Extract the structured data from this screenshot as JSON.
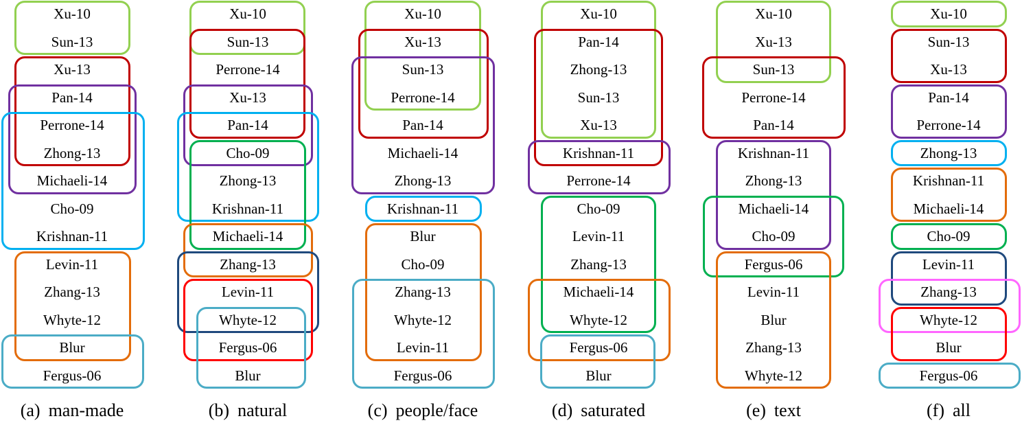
{
  "colors": {
    "light-green": "#92d050",
    "dark-red": "#c00000",
    "purple": "#7030a0",
    "sky-blue": "#00b0f0",
    "orange": "#e36c0a",
    "teal": "#4bacc6",
    "green": "#00b050",
    "navy": "#1f497d",
    "red": "#ff0000",
    "pink": "#ff66ff"
  },
  "panels": [
    {
      "letter": "(a)",
      "name": "man-made",
      "methods": [
        "Xu-10",
        "Sun-13",
        "Xu-13",
        "Pan-14",
        "Perrone-14",
        "Zhong-13",
        "Michaeli-14",
        "Cho-09",
        "Krishnan-11",
        "Levin-11",
        "Zhang-13",
        "Whyte-12",
        "Blur",
        "Fergus-06"
      ],
      "groups": [
        {
          "color": "light-green",
          "from": 0,
          "to": 1
        },
        {
          "color": "dark-red",
          "from": 2,
          "to": 5
        },
        {
          "color": "purple",
          "from": 3,
          "to": 6
        },
        {
          "color": "sky-blue",
          "from": 4,
          "to": 8
        },
        {
          "color": "orange",
          "from": 9,
          "to": 12
        },
        {
          "color": "teal",
          "from": 12,
          "to": 13
        }
      ]
    },
    {
      "letter": "(b)",
      "name": "natural",
      "methods": [
        "Xu-10",
        "Sun-13",
        "Perrone-14",
        "Xu-13",
        "Pan-14",
        "Cho-09",
        "Zhong-13",
        "Krishnan-11",
        "Michaeli-14",
        "Zhang-13",
        "Levin-11",
        "Whyte-12",
        "Fergus-06",
        "Blur"
      ],
      "groups": [
        {
          "color": "light-green",
          "from": 0,
          "to": 1
        },
        {
          "color": "dark-red",
          "from": 1,
          "to": 4
        },
        {
          "color": "purple",
          "from": 3,
          "to": 5
        },
        {
          "color": "sky-blue",
          "from": 4,
          "to": 7
        },
        {
          "color": "green",
          "from": 5,
          "to": 8
        },
        {
          "color": "orange",
          "from": 8,
          "to": 9
        },
        {
          "color": "navy",
          "from": 9,
          "to": 11
        },
        {
          "color": "red",
          "from": 10,
          "to": 12
        },
        {
          "color": "teal",
          "from": 11,
          "to": 13
        }
      ]
    },
    {
      "letter": "(c)",
      "name": "people/face",
      "methods": [
        "Xu-10",
        "Xu-13",
        "Sun-13",
        "Perrone-14",
        "Pan-14",
        "Michaeli-14",
        "Zhong-13",
        "Krishnan-11",
        "Blur",
        "Cho-09",
        "Zhang-13",
        "Whyte-12",
        "Levin-11",
        "Fergus-06"
      ],
      "groups": [
        {
          "color": "light-green",
          "from": 0,
          "to": 3
        },
        {
          "color": "dark-red",
          "from": 1,
          "to": 4
        },
        {
          "color": "purple",
          "from": 2,
          "to": 6
        },
        {
          "color": "sky-blue",
          "from": 7,
          "to": 7
        },
        {
          "color": "orange",
          "from": 8,
          "to": 12
        },
        {
          "color": "teal",
          "from": 10,
          "to": 13
        }
      ]
    },
    {
      "letter": "(d)",
      "name": "saturated",
      "methods": [
        "Xu-10",
        "Pan-14",
        "Zhong-13",
        "Sun-13",
        "Xu-13",
        "Krishnan-11",
        "Perrone-14",
        "Cho-09",
        "Levin-11",
        "Zhang-13",
        "Michaeli-14",
        "Whyte-12",
        "Fergus-06",
        "Blur"
      ],
      "groups": [
        {
          "color": "light-green",
          "from": 0,
          "to": 4
        },
        {
          "color": "dark-red",
          "from": 1,
          "to": 5
        },
        {
          "color": "purple",
          "from": 5,
          "to": 6
        },
        {
          "color": "green",
          "from": 7,
          "to": 11
        },
        {
          "color": "orange",
          "from": 10,
          "to": 12
        },
        {
          "color": "teal",
          "from": 12,
          "to": 13
        }
      ]
    },
    {
      "letter": "(e)",
      "name": "text",
      "methods": [
        "Xu-10",
        "Xu-13",
        "Sun-13",
        "Perrone-14",
        "Pan-14",
        "Krishnan-11",
        "Zhong-13",
        "Michaeli-14",
        "Cho-09",
        "Fergus-06",
        "Levin-11",
        "Blur",
        "Zhang-13",
        "Whyte-12"
      ],
      "groups": [
        {
          "color": "light-green",
          "from": 0,
          "to": 2
        },
        {
          "color": "dark-red",
          "from": 2,
          "to": 4
        },
        {
          "color": "purple",
          "from": 5,
          "to": 8
        },
        {
          "color": "green",
          "from": 7,
          "to": 9
        },
        {
          "color": "orange",
          "from": 9,
          "to": 13
        }
      ]
    },
    {
      "letter": "(f)",
      "name": "all",
      "methods": [
        "Xu-10",
        "Sun-13",
        "Xu-13",
        "Pan-14",
        "Perrone-14",
        "Zhong-13",
        "Krishnan-11",
        "Michaeli-14",
        "Cho-09",
        "Levin-11",
        "Zhang-13",
        "Whyte-12",
        "Blur",
        "Fergus-06"
      ],
      "groups": [
        {
          "color": "light-green",
          "from": 0,
          "to": 0
        },
        {
          "color": "dark-red",
          "from": 1,
          "to": 2
        },
        {
          "color": "purple",
          "from": 3,
          "to": 4
        },
        {
          "color": "sky-blue",
          "from": 5,
          "to": 5
        },
        {
          "color": "orange",
          "from": 6,
          "to": 7
        },
        {
          "color": "green",
          "from": 8,
          "to": 8
        },
        {
          "color": "navy",
          "from": 9,
          "to": 10
        },
        {
          "color": "pink",
          "from": 10,
          "to": 11
        },
        {
          "color": "red",
          "from": 11,
          "to": 12
        },
        {
          "color": "teal",
          "from": 13,
          "to": 13
        }
      ]
    }
  ]
}
